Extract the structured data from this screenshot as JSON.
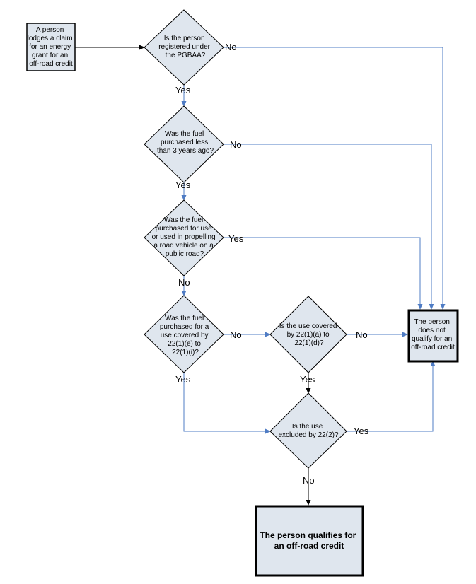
{
  "colors": {
    "shape_fill": "#dfe6ee",
    "blue_line": "#4f7cc4",
    "black_line": "#000000"
  },
  "nodes": {
    "start": [
      "A person",
      "lodges a claim",
      "for an energy",
      "grant for an",
      "off-road credit"
    ],
    "q1": [
      "Is the person",
      "registered under",
      "the PGBAA?"
    ],
    "q2": [
      "Was the fuel",
      "purchased less",
      "than 3 years ago?"
    ],
    "q3": [
      "Was the fuel",
      "purchased for use",
      "or used in propelling",
      "a road vehicle on a",
      "public road?"
    ],
    "q4": [
      "Was the fuel",
      "purchased for a",
      "use covered by",
      "22(1)(e) to",
      "22(1)(i)?"
    ],
    "q5": [
      "Is the use covered",
      "by 22(1)(a) to",
      "22(1)(d)?"
    ],
    "q6": [
      "Is the use",
      "excluded by 22(2)?"
    ],
    "not_qualify": [
      "The person",
      "does not",
      "qualify for an",
      "off-road credit"
    ],
    "qualifies": [
      "The person qualifies for",
      "an off-road credit"
    ]
  },
  "labels": {
    "q1_no": "No",
    "q1_yes": "Yes",
    "q2_no": "No",
    "q2_yes": "Yes",
    "q3_yes": "Yes",
    "q3_no": "No",
    "q4_no": "No",
    "q4_yes": "Yes",
    "q5_no": "No",
    "q5_yes": "Yes",
    "q6_yes": "Yes",
    "q6_no": "No"
  }
}
